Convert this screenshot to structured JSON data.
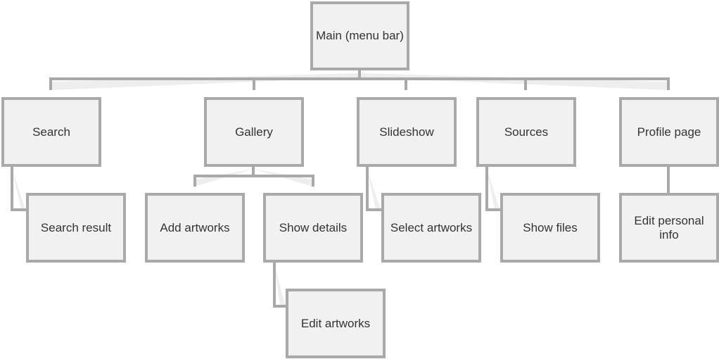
{
  "nodes": {
    "main": "Main (menu bar)",
    "search": "Search",
    "gallery": "Gallery",
    "slideshow": "Slideshow",
    "sources": "Sources",
    "profile": "Profile page",
    "search_result": "Search result",
    "add_artworks": "Add artworks",
    "show_details": "Show details",
    "select_artworks": "Select artworks",
    "show_files": "Show files",
    "edit_personal_info": "Edit personal info",
    "edit_artworks": "Edit artworks"
  },
  "colors": {
    "border": "#a9a9a9",
    "fill": "#f1f1f1",
    "shadow": "#ececec"
  }
}
